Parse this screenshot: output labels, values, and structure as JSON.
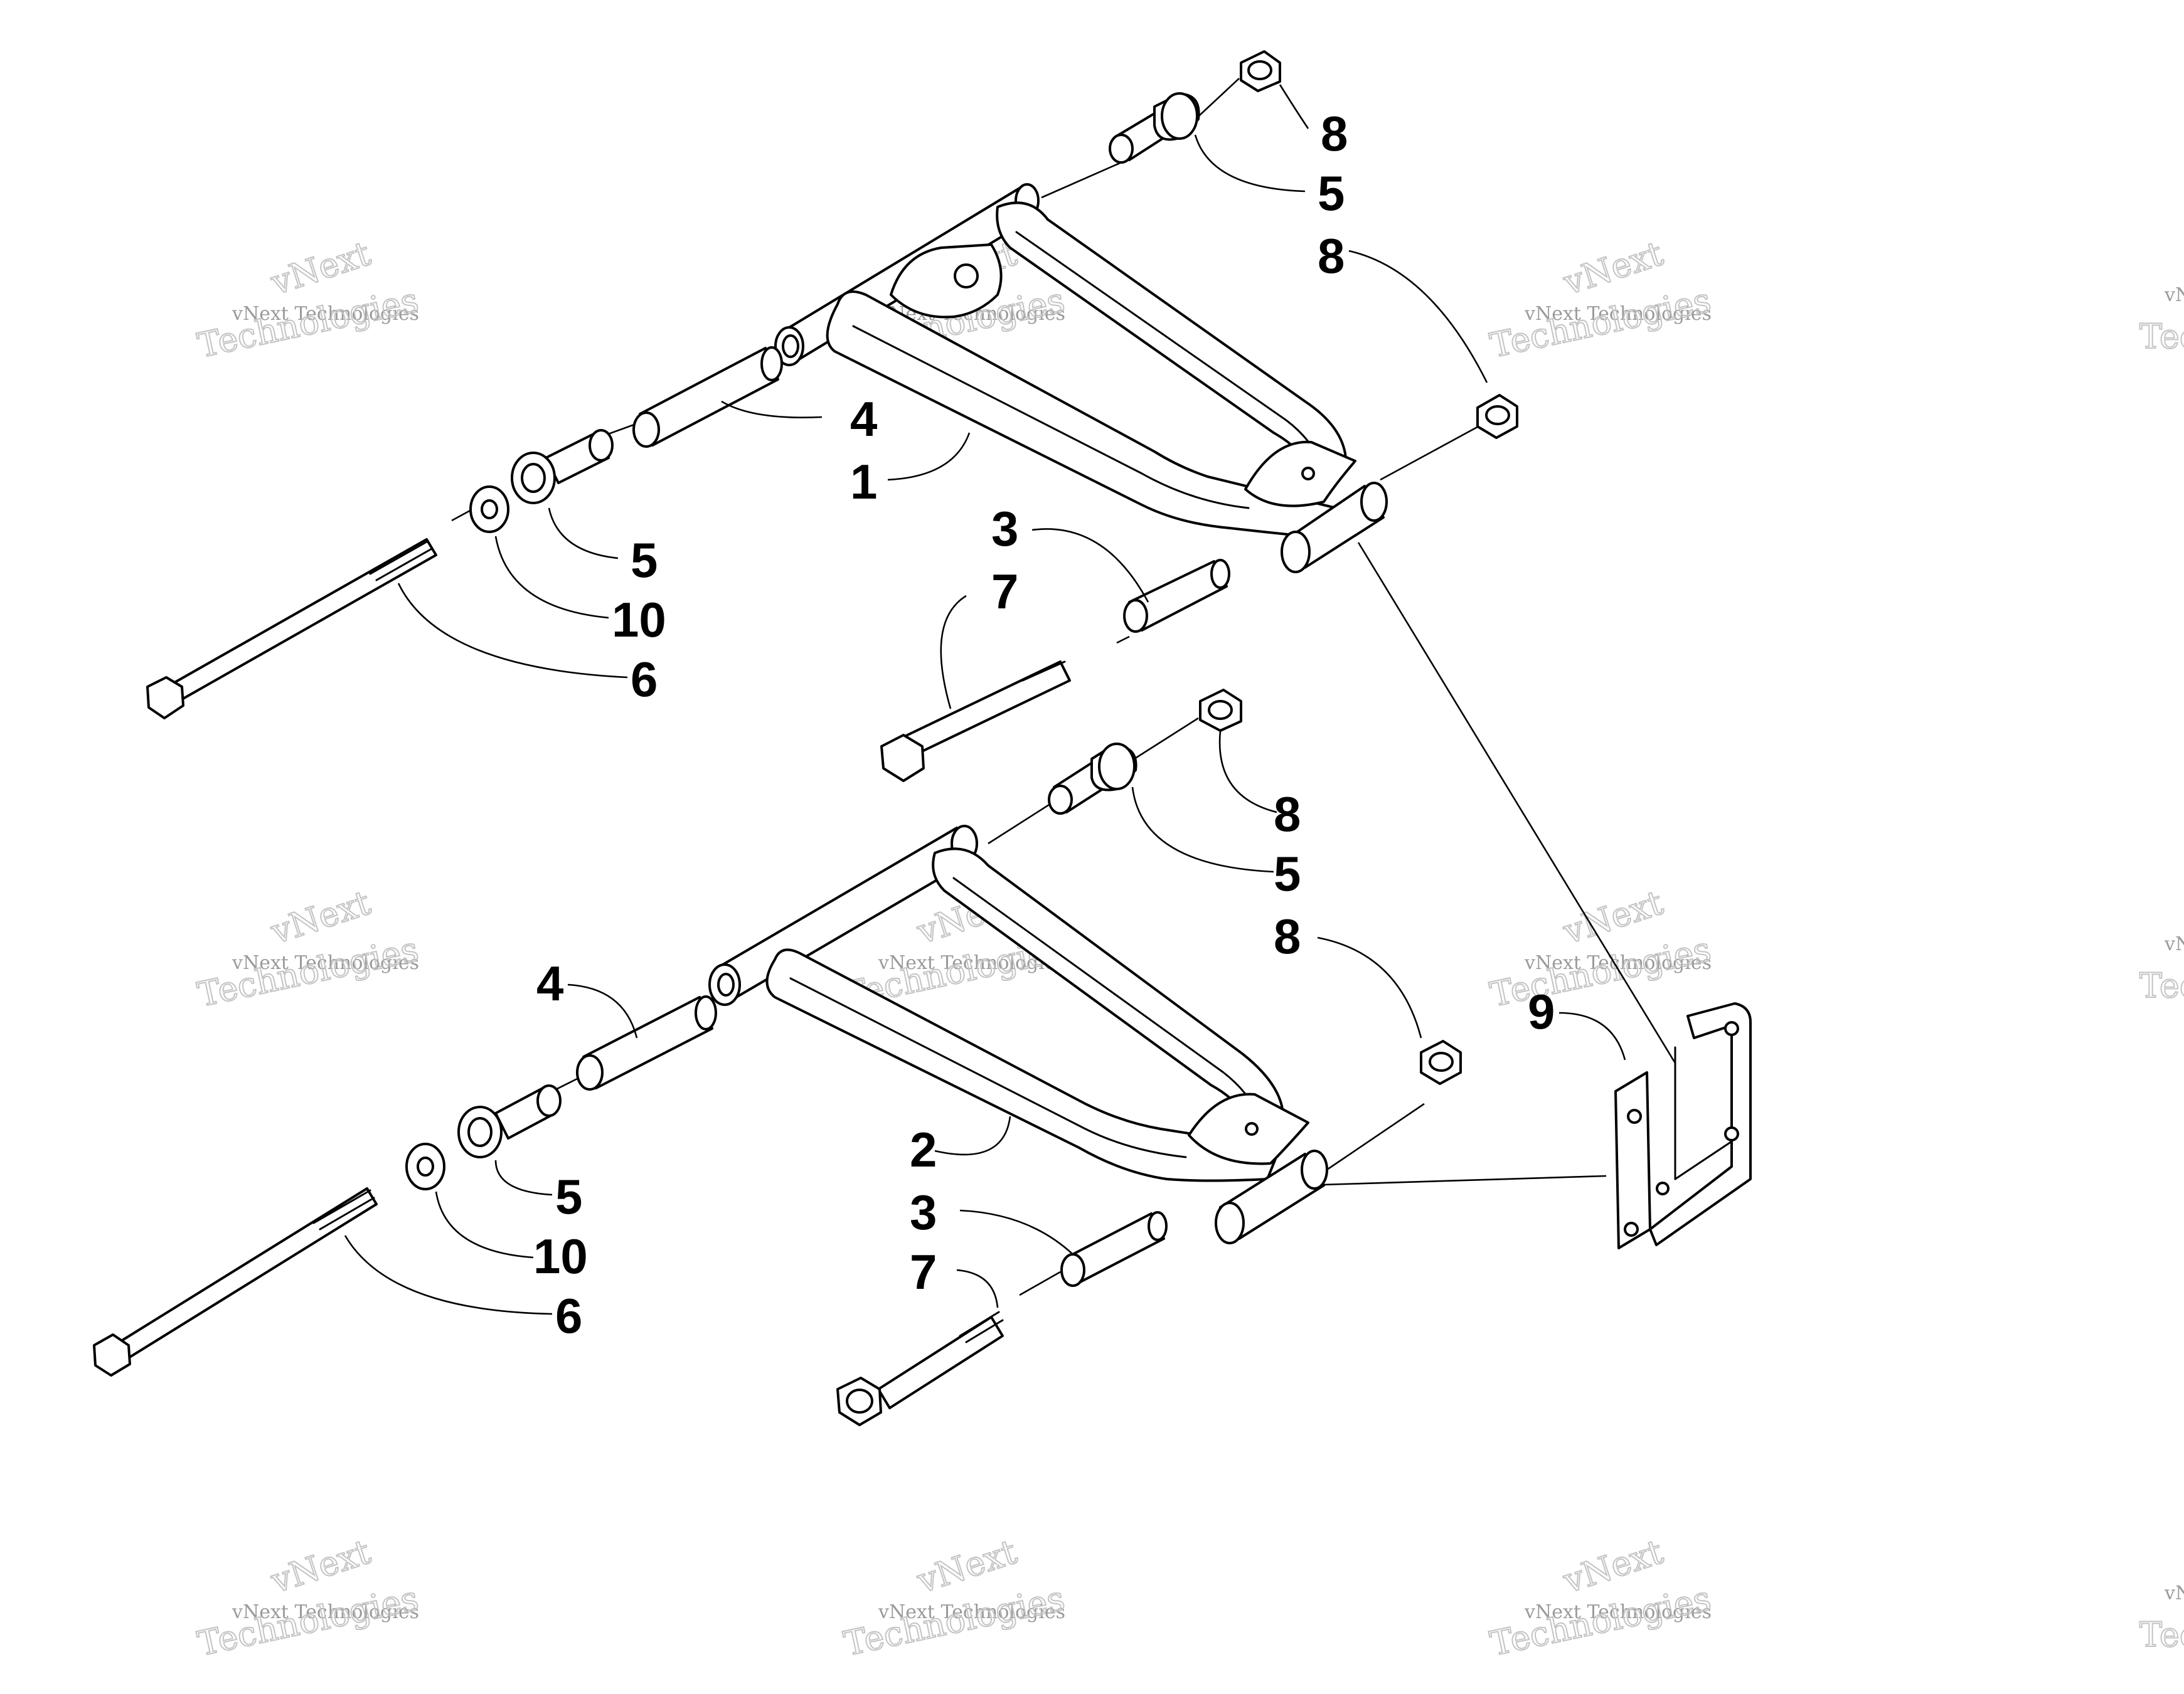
{
  "watermark": {
    "line1": "vNext",
    "line2": "vNext Technologies",
    "line3": "Technologies"
  },
  "callouts": [
    {
      "id": "c8a",
      "label": "8"
    },
    {
      "id": "c5a",
      "label": "5"
    },
    {
      "id": "c8b",
      "label": "8"
    },
    {
      "id": "c4a",
      "label": "4"
    },
    {
      "id": "c1",
      "label": "1"
    },
    {
      "id": "c5b",
      "label": "5"
    },
    {
      "id": "c10a",
      "label": "10"
    },
    {
      "id": "c6a",
      "label": "6"
    },
    {
      "id": "c3a",
      "label": "3"
    },
    {
      "id": "c7a",
      "label": "7"
    },
    {
      "id": "c8c",
      "label": "8"
    },
    {
      "id": "c5c",
      "label": "5"
    },
    {
      "id": "c8d",
      "label": "8"
    },
    {
      "id": "c9",
      "label": "9"
    },
    {
      "id": "c4b",
      "label": "4"
    },
    {
      "id": "c2",
      "label": "2"
    },
    {
      "id": "c5d",
      "label": "5"
    },
    {
      "id": "c10b",
      "label": "10"
    },
    {
      "id": "c6b",
      "label": "6"
    },
    {
      "id": "c3b",
      "label": "3"
    },
    {
      "id": "c7b",
      "label": "7"
    }
  ]
}
